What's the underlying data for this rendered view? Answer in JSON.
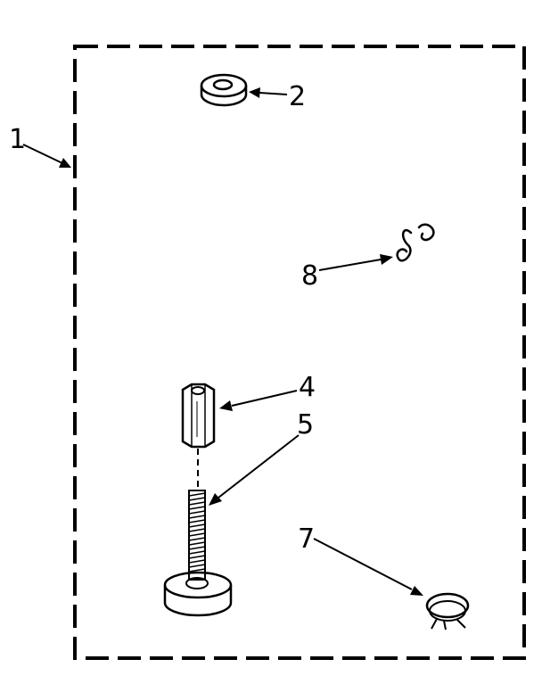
{
  "diagram": {
    "callouts": [
      {
        "id": "1",
        "label": "1",
        "part": "kit-boundary"
      },
      {
        "id": "2",
        "label": "2",
        "part": "washer"
      },
      {
        "id": "4",
        "label": "4",
        "part": "hex-standoff"
      },
      {
        "id": "5",
        "label": "5",
        "part": "threaded-bolt-with-foot"
      },
      {
        "id": "7",
        "label": "7",
        "part": "hose-clamp"
      },
      {
        "id": "8",
        "label": "8",
        "part": "s-hook"
      }
    ],
    "colors": {
      "ink": "#000000",
      "background": "#ffffff"
    }
  }
}
